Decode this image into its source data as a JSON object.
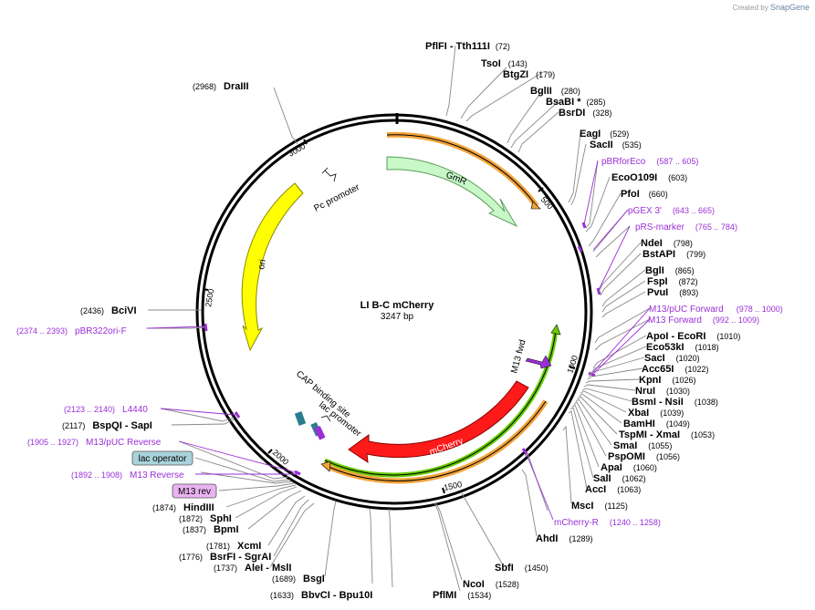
{
  "brand": {
    "created_by": "Created by",
    "app": "SnapGene"
  },
  "plasmid": {
    "name": "LI B-C mCherry",
    "size": "3247 bp"
  },
  "ticks": [
    "500",
    "1000",
    "1500",
    "2000",
    "2500",
    "3000"
  ],
  "features": {
    "gmr": "GmR",
    "mcherry": "mCherry",
    "ori": "ori",
    "pc_promoter": "Pc promoter",
    "lac_promoter": "lac promoter",
    "cap_site": "CAP binding site",
    "m13_fwd": "M13 fwd"
  },
  "boxed": {
    "lac_operator": "lac operator",
    "m13_rev": "M13 rev"
  },
  "right_labels": [
    {
      "name": "PflFI",
      "extra": "  -  Tth111I",
      "pos": "(72)"
    },
    {
      "name": "TsoI",
      "extra": "",
      "pos": "(143)"
    },
    {
      "name": "BtgZI",
      "extra": "",
      "pos": "(179)"
    },
    {
      "name": "BglII",
      "extra": "",
      "pos": "(280)"
    },
    {
      "name": "BsaBI",
      "extra": " *",
      "pos": "(285)"
    },
    {
      "name": "BsrDI",
      "extra": "",
      "pos": "(328)"
    },
    {
      "name": "EagI",
      "extra": "",
      "pos": "(529)"
    },
    {
      "name": "SacII",
      "extra": "",
      "pos": "(535)"
    },
    {
      "name": "pBRforEco",
      "extra": "",
      "pos": "(587 .. 605)"
    },
    {
      "name": "EcoO109I",
      "extra": "",
      "pos": "(603)"
    },
    {
      "name": "PfoI",
      "extra": "",
      "pos": "(660)"
    },
    {
      "name": "pGEX 3'",
      "extra": "",
      "pos": "(643 .. 665)"
    },
    {
      "name": "pRS-marker",
      "extra": "",
      "pos": "(765 .. 784)"
    },
    {
      "name": "NdeI",
      "extra": "",
      "pos": "(798)"
    },
    {
      "name": "BstAPI",
      "extra": "",
      "pos": "(799)"
    },
    {
      "name": "BglI",
      "extra": "",
      "pos": "(865)"
    },
    {
      "name": "FspI",
      "extra": "",
      "pos": "(872)"
    },
    {
      "name": "PvuI",
      "extra": "",
      "pos": "(893)"
    },
    {
      "name": "M13/pUC Forward",
      "extra": "",
      "pos": "(978 .. 1000)"
    },
    {
      "name": "M13 Forward",
      "extra": "",
      "pos": "(992 .. 1009)"
    },
    {
      "name": "ApoI",
      "extra": "  -  EcoRI",
      "pos": "(1010)"
    },
    {
      "name": "Eco53kI",
      "extra": "",
      "pos": "(1018)"
    },
    {
      "name": "SacI",
      "extra": "",
      "pos": "(1020)"
    },
    {
      "name": "Acc65I",
      "extra": "",
      "pos": "(1022)"
    },
    {
      "name": "KpnI",
      "extra": "",
      "pos": "(1026)"
    },
    {
      "name": "NruI",
      "extra": "",
      "pos": "(1030)"
    },
    {
      "name": "BsmI",
      "extra": "  -  NsiI",
      "pos": "(1038)"
    },
    {
      "name": "XbaI",
      "extra": "",
      "pos": "(1039)"
    },
    {
      "name": "BamHI",
      "extra": "",
      "pos": "(1049)"
    },
    {
      "name": "TspMI",
      "extra": "  -  XmaI",
      "pos": "(1053)"
    },
    {
      "name": "SmaI",
      "extra": "",
      "pos": "(1055)"
    },
    {
      "name": "PspOMI",
      "extra": "",
      "pos": "(1056)"
    },
    {
      "name": "ApaI",
      "extra": "",
      "pos": "(1060)"
    },
    {
      "name": "SalI",
      "extra": "",
      "pos": "(1062)"
    },
    {
      "name": "AccI",
      "extra": "",
      "pos": "(1063)"
    },
    {
      "name": "MscI",
      "extra": "",
      "pos": "(1125)"
    },
    {
      "name": "mCherry-R",
      "extra": "",
      "pos": "(1240 .. 1258)"
    },
    {
      "name": "AhdI",
      "extra": "",
      "pos": "(1289)"
    }
  ],
  "bottom_labels": [
    {
      "name": "SbfI",
      "pos": "(1450)"
    },
    {
      "name": "NcoI",
      "pos": "(1528)"
    },
    {
      "name": "PflMI",
      "pos": "(1534)"
    },
    {
      "name": "BbvCI",
      "pos": "(1633)",
      "extra": "  -  Bpu10I"
    },
    {
      "name": "BsgI",
      "pos": "(1689)"
    }
  ],
  "left_labels": [
    {
      "name": "DraIII",
      "pos": "(2968)"
    },
    {
      "name": "BciVI",
      "pos": "(2436)"
    },
    {
      "name": "pBR322ori-F",
      "pos": "(2374 .. 2393)"
    },
    {
      "name": "L4440",
      "pos": "(2123 .. 2140)"
    },
    {
      "name": "BspQI",
      "pos": "(2117)",
      "extra": "  -  SapI"
    },
    {
      "name": "M13/pUC Reverse",
      "pos": "(1905 .. 1927)"
    },
    {
      "name": "M13 Reverse",
      "pos": "(1892 .. 1908)"
    },
    {
      "name": "HindIII",
      "pos": "(1874)"
    },
    {
      "name": "SphI",
      "pos": "(1872)"
    },
    {
      "name": "BpmI",
      "pos": "(1837)"
    },
    {
      "name": "XcmI",
      "pos": "(1781)"
    },
    {
      "name": "BsrFI",
      "pos": "(1776)",
      "extra": "  -  SgrAI"
    },
    {
      "name": "AleI",
      "pos": "(1737)",
      "extra": "  -  MslI"
    }
  ],
  "colors": {
    "gmr": "#c8f7c8",
    "mcherry": "#ff1a1a",
    "ori": "#ffff00",
    "primer": "#9a2fd6",
    "orange_halo": "#f2a33a",
    "green_halo": "#66cc00",
    "lac_operator_box": "#a9d3da",
    "m13_rev_box": "#e8b3f0"
  }
}
